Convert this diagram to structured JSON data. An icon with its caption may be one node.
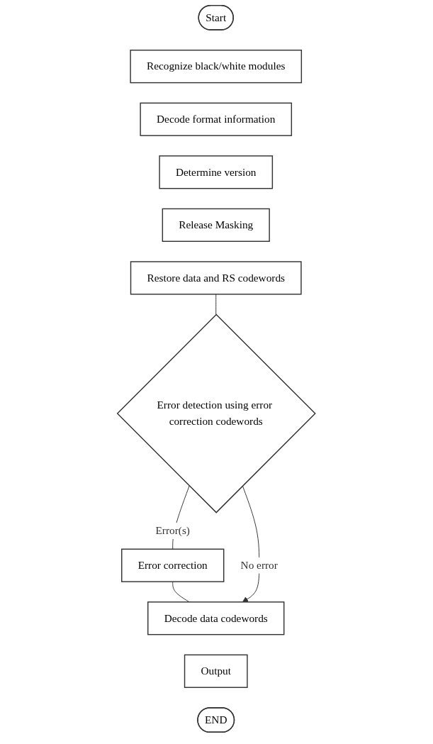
{
  "diagram": {
    "nodes": [
      {
        "text": [
          "Start"
        ]
      },
      {
        "text": [
          "Recognize black/white modules"
        ]
      },
      {
        "text": [
          "Decode format information"
        ]
      },
      {
        "text": [
          "Determine version"
        ]
      },
      {
        "text": [
          "Release Masking"
        ]
      },
      {
        "text": [
          "Restore data and RS codewords"
        ]
      },
      {
        "text": [
          "Error detection using error correction codewords"
        ]
      },
      {
        "text": [
          "Error correction"
        ]
      },
      {
        "text": [
          "Decode data codewords"
        ]
      },
      {
        "text": [
          "Output"
        ]
      },
      {
        "text": [
          "END"
        ]
      }
    ],
    "edges": [
      {
        "from": 5,
        "to": 6,
        "arrow": "none"
      },
      {
        "from": 6,
        "to": 7,
        "label": "Error(s)",
        "arrow": "none"
      },
      {
        "from": 7,
        "to": 8,
        "arrow": "none"
      },
      {
        "from": 6,
        "to": 8,
        "label": "No error",
        "arrow": "to"
      }
    ]
  }
}
